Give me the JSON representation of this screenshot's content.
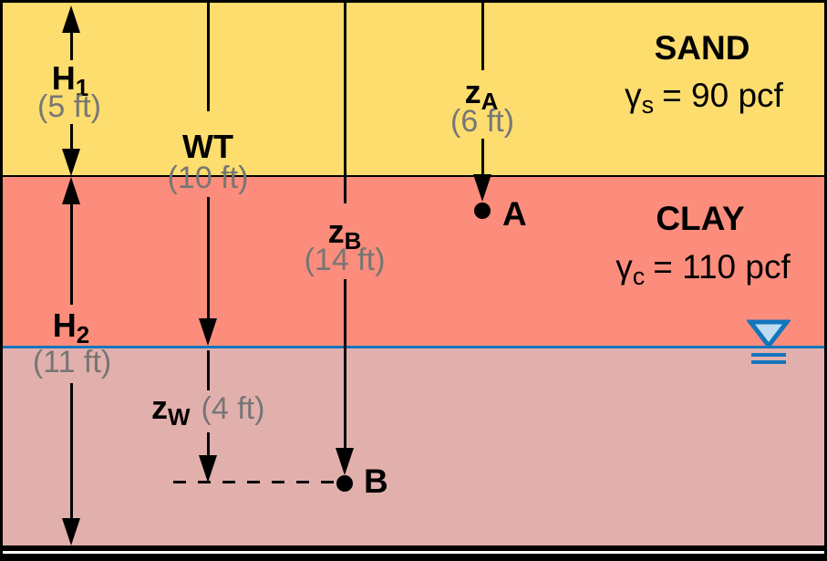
{
  "title": "Soil profile diagram: sand over clay with water table",
  "layers": {
    "sand": {
      "title": "SAND",
      "gamma_symbol": "γ",
      "gamma_sub": "s",
      "gamma_value": "= 90 pcf"
    },
    "clay": {
      "title": "CLAY",
      "gamma_symbol": "γ",
      "gamma_sub": "c",
      "gamma_value": "= 110 pcf"
    }
  },
  "dimensions": {
    "h1": {
      "symbol": "H",
      "sub": "1",
      "value": "(5 ft)"
    },
    "h2": {
      "symbol": "H",
      "sub": "2",
      "value": "(11 ft)"
    },
    "wt": {
      "symbol": "WT",
      "value": "(10 ft)"
    },
    "za": {
      "symbol": "z",
      "sub": "A",
      "value": "(6 ft)"
    },
    "zb": {
      "symbol": "z",
      "sub": "B",
      "value": "(14 ft)"
    },
    "zw": {
      "symbol": "z",
      "sub": "W",
      "value": "(4 ft)"
    }
  },
  "points": {
    "a": "A",
    "b": "B"
  },
  "colors": {
    "sand": "#FDDD6E",
    "clay": "#FC8D7C",
    "clay_below_water_table": "#E2B0AC",
    "water_line": "#1375BC",
    "water_symbol_fill": "#BFDCF2",
    "dimension_value_text": "#767676",
    "outline": "#000000"
  }
}
